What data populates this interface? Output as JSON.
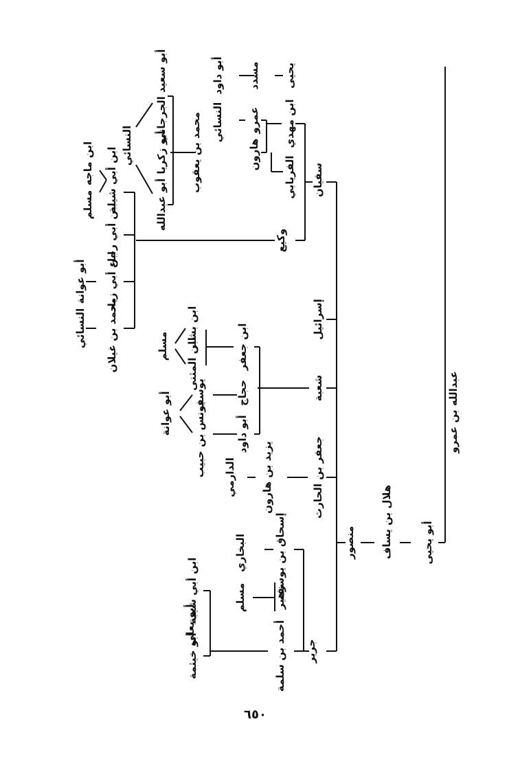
{
  "page_number": "٦٥٠",
  "nodes": {
    "root": "عبدالله بن عمرو",
    "abu_yahya": "أبو يحيى",
    "hilal": "هلال بن يساف",
    "mansur": "منصور",
    "sufyan": "سفيان",
    "israil": "إسرائيل",
    "shuba": "شعبة",
    "jafar_harith": "جعفر بن الحارث",
    "jarir": "جرير",
    "ibn_mahdi": "ابن مهدي",
    "yahya": "يحيى",
    "musaddad": "مسدد",
    "abu_dawud": "أبو داود",
    "amr": "عمرو",
    "nasai_1": "النسائي",
    "harun": "هارون",
    "faryabi": "الفريابي",
    "muhammad_yaqub": "محمد بن يعقوب",
    "abu_said": "أبو سعيد الجرجاني",
    "abu_zakariya": "أبو زكريا",
    "abu_abdullah": "أبو عبدالله",
    "nasai_2": "النسائي",
    "wakee": "وكيع",
    "ibn_abi_shayba": "ابن أبي شيبة",
    "ibn_majah": "ابن ماجه",
    "muslim_1": "مسلم",
    "ibn_abi_raja": "ابن أبي رجاء",
    "ibn_abi_ziyad": "ابن أبي زياد",
    "abu_awana_1": "أبو عوانة",
    "muhammad_ghaylan": "محمد بن غيلان",
    "nasai_3": "النسائي",
    "ibn_jafar": "ابن جعفر",
    "ibn_bashshar": "ابن بشار",
    "ibn_muthanna": "ابن المثنى",
    "muslim_2": "مسلم",
    "hajjaj": "حجاج",
    "yusuf": "يوسف",
    "abu_dawud_2": "أبو داود",
    "yunus_habib": "يونس بن حبيب",
    "abu_awana_2": "أبو عوانة",
    "yazid_harun": "يزيد بن هارون",
    "darimi": "الدارمي",
    "ishaq_yusuf": "إسحاق بن يوسف",
    "bukhari": "البخاري",
    "zuhayr": "زهير",
    "muslim_3": "مسلم",
    "ahmad_salama": "أحمد بن سلمة",
    "abu_khaythama": "أبو خيثمة",
    "ibn_abi_shayba_2": "ابن أبي شيبة",
    "abu_yala": "أبو يعلى"
  }
}
